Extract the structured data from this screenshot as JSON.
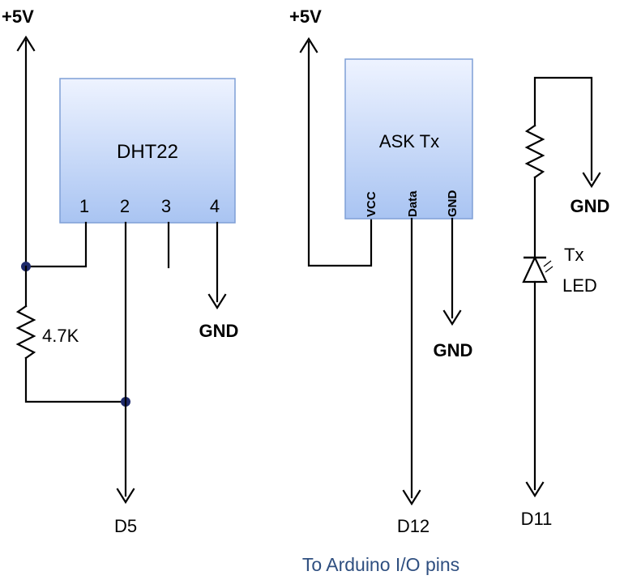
{
  "dht22": {
    "vcc_label": "+5V",
    "name": "DHT22",
    "pins": [
      "1",
      "2",
      "3",
      "4"
    ],
    "gnd_label": "GND",
    "resistor_label": "4.7K",
    "output_label": "D5"
  },
  "ask_tx": {
    "vcc_label": "+5V",
    "name": "ASK Tx",
    "pins": [
      "VCC",
      "Data",
      "GND"
    ],
    "gnd_label": "GND",
    "output_label": "D12"
  },
  "led_branch": {
    "gnd_label": "GND",
    "led_label_1": "Tx",
    "led_label_2": "LED",
    "output_label": "D11"
  },
  "footer": "To Arduino I/O pins",
  "colors": {
    "box_top": "#eef3ff",
    "box_bottom": "#a9c4f2",
    "box_border": "#7f9fd6",
    "footer_text": "#2f4f80"
  }
}
